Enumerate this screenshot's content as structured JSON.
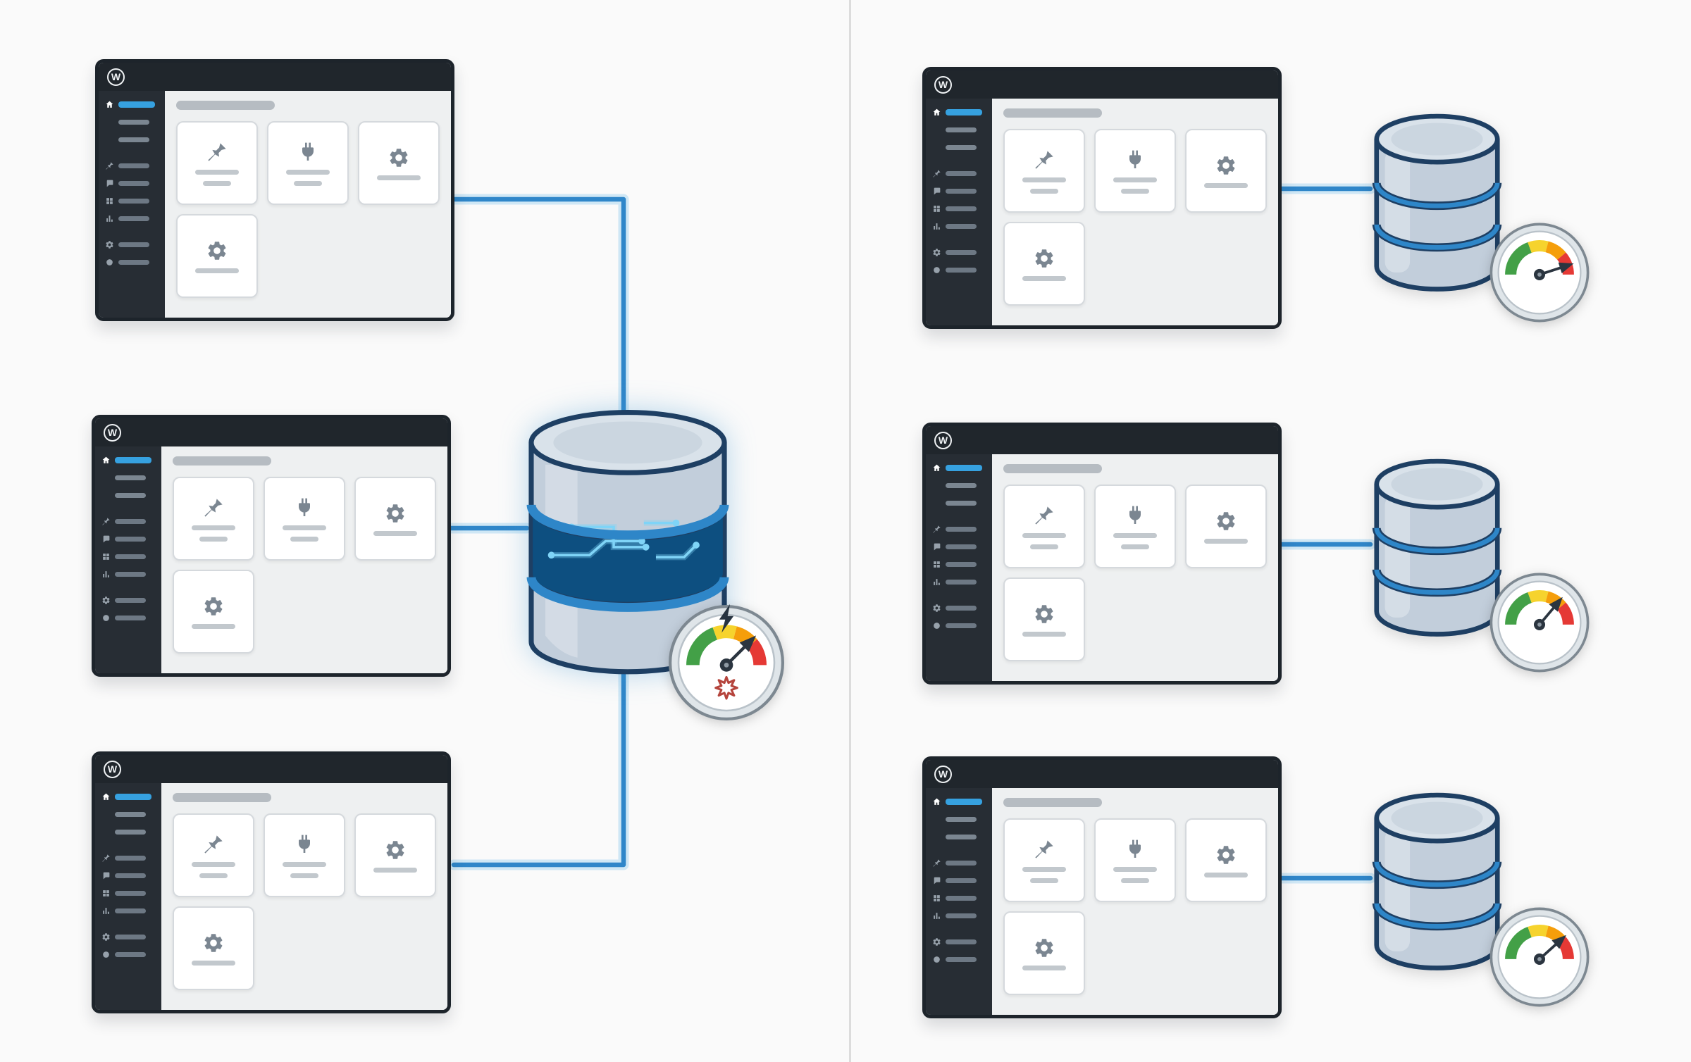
{
  "canvas": {
    "background": "#fafafa",
    "divider_color": "#dcdcdc"
  },
  "palette": {
    "window_frame": "#1d242b",
    "admin_bar": "#20262c",
    "sidebar_bg": "#272d34",
    "content_bg": "#eef0f1",
    "accent_blue": "#36a1e0",
    "connector_blue": "#2f86c9",
    "card_bg": "#ffffff",
    "placeholder_gray": "#b9bfc5",
    "icon_gray": "#7b8691",
    "db_body": "#c2cedb",
    "db_top": "#d9e2ea",
    "db_outline": "#1e3f63",
    "db_ring_blue": "#2e86c8",
    "circuit_band": "#0d4f80",
    "circuit_trace": "#7fd4f7",
    "gauge_green": "#43a047",
    "gauge_yellow": "#f6d32d",
    "gauge_orange": "#f59e0b",
    "gauge_red": "#e53935",
    "gauge_needle": "#2b3540"
  },
  "wp_window": {
    "logo_glyph": "W",
    "sidebar_items": [
      {
        "icon": "house",
        "active": true
      },
      {
        "icon": null
      },
      {
        "icon": null
      },
      {
        "icon": "pin",
        "gap": true
      },
      {
        "icon": "comments"
      },
      {
        "icon": "media"
      },
      {
        "icon": "chart"
      },
      {
        "icon": "settings",
        "gap": true
      },
      {
        "icon": "circle"
      }
    ],
    "cards": [
      {
        "icon": "pin",
        "lines": 2
      },
      {
        "icon": "plug",
        "lines": 2
      },
      {
        "icon": "settings",
        "lines": 1
      },
      {
        "icon": "settings",
        "lines": 1
      }
    ]
  },
  "left_diagram": {
    "name": "shared-database",
    "site_count": 3,
    "database": {
      "style": "shared-circuit",
      "gauge": {
        "state": "overloaded",
        "needle_angle_deg": 45,
        "strain_burst": true,
        "bolt": true
      }
    }
  },
  "right_diagram": {
    "name": "dedicated-databases",
    "site_count": 3,
    "databases": [
      {
        "gauge": {
          "state": "high",
          "needle_angle_deg": 72,
          "strain_burst": false,
          "bolt": false
        }
      },
      {
        "gauge": {
          "state": "elevated",
          "needle_angle_deg": 40,
          "strain_burst": false,
          "bolt": false
        }
      },
      {
        "gauge": {
          "state": "elevated",
          "needle_angle_deg": 48,
          "strain_burst": false,
          "bolt": false
        }
      }
    ]
  }
}
